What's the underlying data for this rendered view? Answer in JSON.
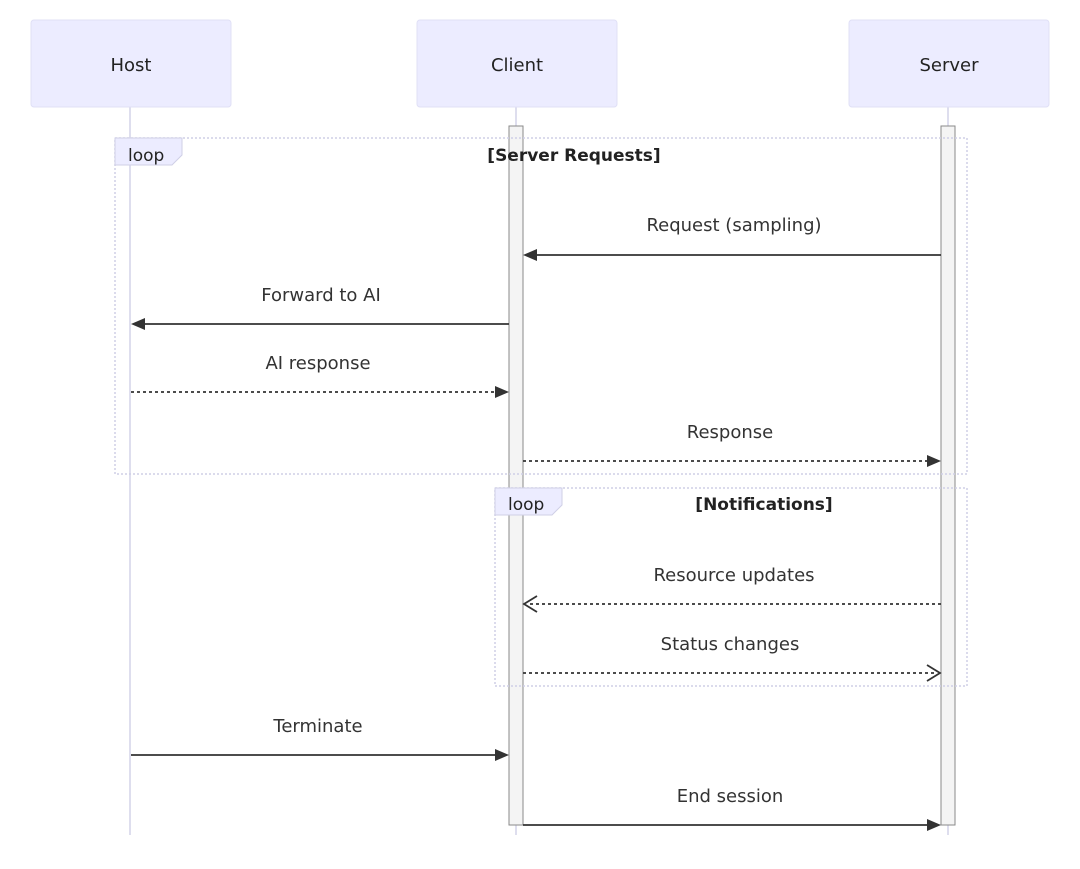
{
  "actors": [
    {
      "id": "host",
      "label": "Host"
    },
    {
      "id": "client",
      "label": "Client"
    },
    {
      "id": "server",
      "label": "Server"
    }
  ],
  "loops": [
    {
      "tag": "loop",
      "label": "[Server Requests]"
    },
    {
      "tag": "loop",
      "label": "[Notifications]"
    }
  ],
  "messages": [
    {
      "from": "server",
      "to": "client",
      "text": "Request (sampling)",
      "style": "solid",
      "arrow": "filled"
    },
    {
      "from": "client",
      "to": "host",
      "text": "Forward to AI",
      "style": "solid",
      "arrow": "filled"
    },
    {
      "from": "host",
      "to": "client",
      "text": "AI response",
      "style": "dashed",
      "arrow": "filled"
    },
    {
      "from": "client",
      "to": "server",
      "text": "Response",
      "style": "dashed",
      "arrow": "filled"
    },
    {
      "from": "server",
      "to": "client",
      "text": "Resource updates",
      "style": "dashed",
      "arrow": "open"
    },
    {
      "from": "client",
      "to": "server",
      "text": "Status changes",
      "style": "dashed",
      "arrow": "open"
    },
    {
      "from": "host",
      "to": "client",
      "text": "Terminate",
      "style": "solid",
      "arrow": "filled"
    },
    {
      "from": "client",
      "to": "server",
      "text": "End session",
      "style": "solid",
      "arrow": "filled"
    }
  ],
  "colors": {
    "actor_fill": "#ececff",
    "line": "#333333",
    "frame": "#cfcfe6"
  }
}
